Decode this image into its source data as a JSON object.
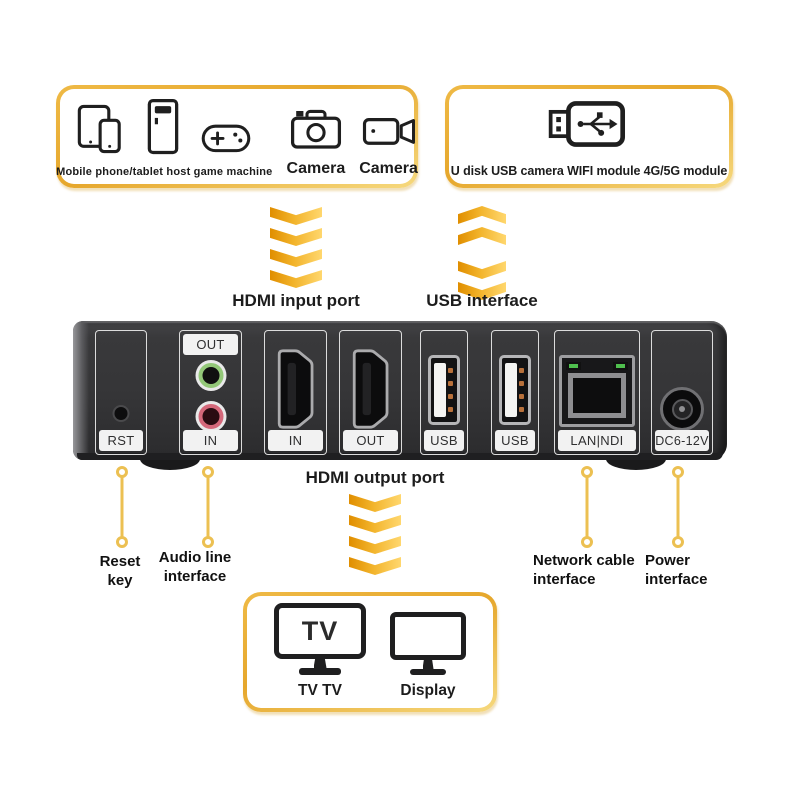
{
  "colors": {
    "accent_gold": "#E9AE35",
    "chevron_gradient_start": "#E08E00",
    "chevron_gradient_end": "#FFD76E",
    "device_body": "#353537",
    "audio_out_ring": "#93C878",
    "audio_in_ring": "#D4687A",
    "lan_led_green": "#4FBF4E"
  },
  "source_box": {
    "devices_label": "Mobile phone/tablet host game machine",
    "camera_label": "Camera",
    "video_camera_label": "Camera"
  },
  "usb_box": {
    "label": "U disk USB camera WIFI module 4G/5G module"
  },
  "flow": {
    "hdmi_input_label": "HDMI input port",
    "usb_interface_label": "USB interface",
    "hdmi_output_label": "HDMI output port"
  },
  "device": {
    "rst_label": "RST",
    "audio_out_label": "OUT",
    "audio_in_label": "IN",
    "hdmi_in_label": "IN",
    "hdmi_out_label": "OUT",
    "usb1_label": "USB",
    "usb2_label": "USB",
    "lan_label": "LAN|NDI",
    "dc_label": "DC6-12V"
  },
  "callouts": {
    "reset": "Reset key",
    "audio": "Audio line interface",
    "network": "Network cable interface",
    "power": "Power interface"
  },
  "output_box": {
    "tv_screen_text": "TV",
    "tv_label": "TV TV",
    "display_label": "Display"
  }
}
